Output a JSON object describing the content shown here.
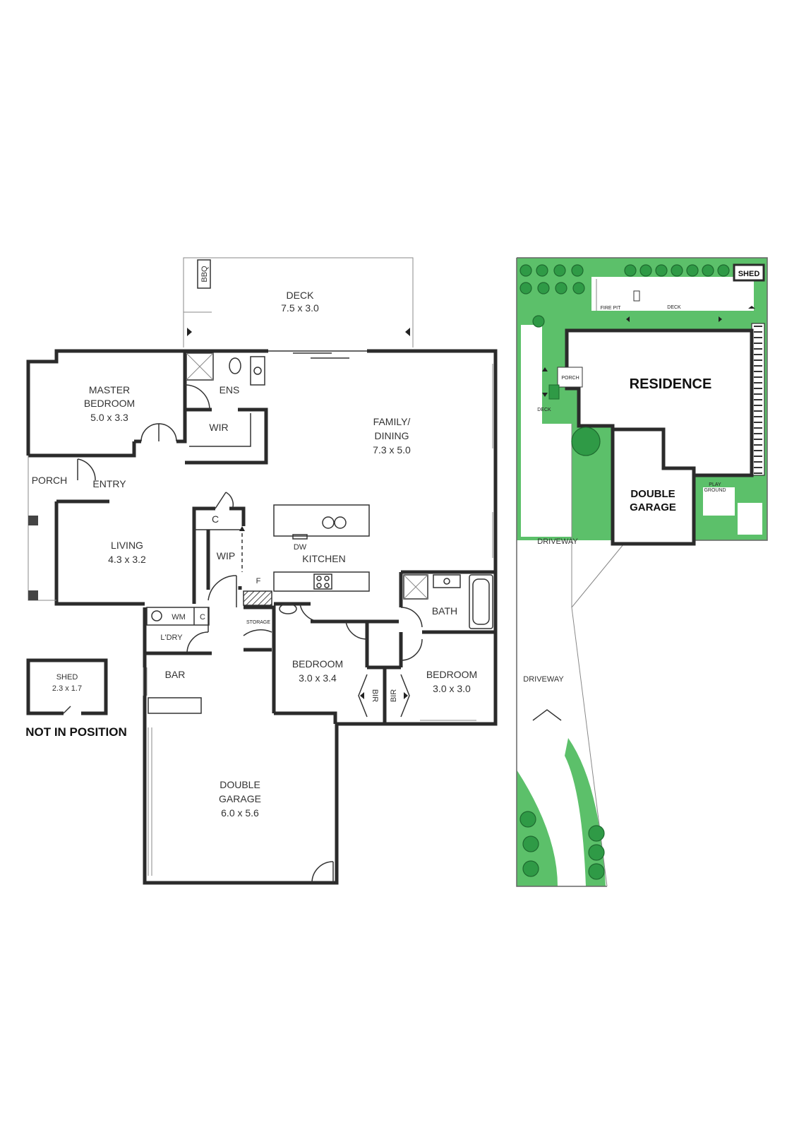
{
  "colors": {
    "wall": "#2b2b2b",
    "lawn": "#5cc06a",
    "lawn_dark": "#2f9a46",
    "background": "#ffffff"
  },
  "floor_plan": {
    "deck": {
      "name": "DECK",
      "size": "7.5 x 3.0"
    },
    "bbq": "BBQ",
    "master_bedroom": {
      "name1": "MASTER",
      "name2": "BEDROOM",
      "size": "5.0 x 3.3"
    },
    "ens": "ENS",
    "wir": "WIR",
    "family_dining": {
      "name1": "FAMILY/",
      "name2": "DINING",
      "size": "7.3 x 5.0"
    },
    "porch": "PORCH",
    "entry": "ENTRY",
    "living": {
      "name": "LIVING",
      "size": "4.3 x 3.2"
    },
    "c_upper": "C",
    "wip": "WIP",
    "dw": "DW",
    "kitchen": "KITCHEN",
    "f": "F",
    "storage": "STORAGE",
    "wm": "WM",
    "c_lower": "C",
    "ldry": "L'DRY",
    "bath": "BATH",
    "bedroom_a": {
      "name": "BEDROOM",
      "size": "3.0 x 3.4"
    },
    "bedroom_b": {
      "name": "BEDROOM",
      "size": "3.0 x 3.0"
    },
    "bir_a": "BIR",
    "bir_b": "BIR",
    "bar": "BAR",
    "shed": {
      "name": "SHED",
      "size": "2.3 x 1.7"
    },
    "not_in_position": "NOT IN POSITION",
    "garage": {
      "name1": "DOUBLE",
      "name2": "GARAGE",
      "size": "6.0 x 5.6"
    }
  },
  "site_plan": {
    "shed": "SHED",
    "fire_pit": "FIRE PIT",
    "deck_top": "DECK",
    "porch": "PORCH",
    "deck_left": "DECK",
    "residence": "RESIDENCE",
    "garage1": "DOUBLE",
    "garage2": "GARAGE",
    "play1": "PLAY",
    "play2": "GROUND",
    "driveway1": "DRIVEWAY",
    "driveway2": "DRIVEWAY"
  }
}
